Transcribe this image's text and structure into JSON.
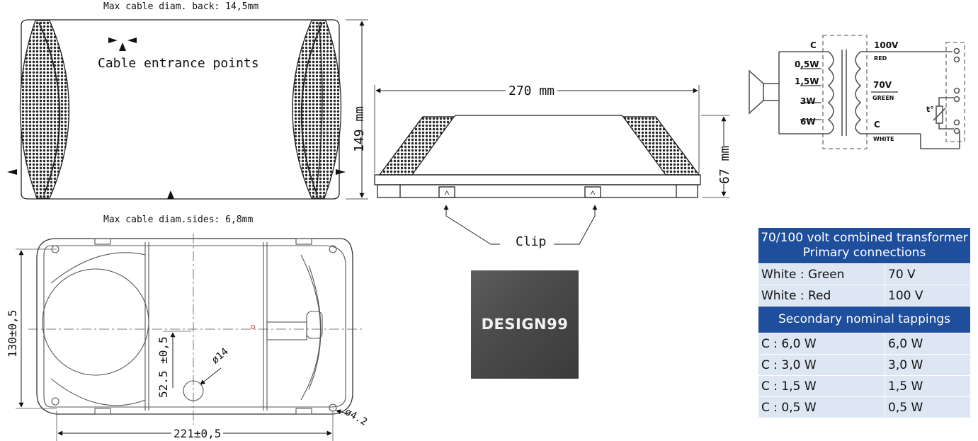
{
  "top_view": {
    "cable_back": "Max cable diam. back: 14,5mm",
    "cable_entrance": "Cable entrance points",
    "height_dim": "149 mm",
    "cable_sides": "Max cable diam.sides: 6,8mm"
  },
  "side_view": {
    "width_dim": "270 mm",
    "height_dim": "67 mm",
    "clip_label": "Clip"
  },
  "bottom_view": {
    "height_dim": "130±0,5",
    "hole_distance": "52.5 ±0,5",
    "hole_diameter": "ø14",
    "mount_hole": "ø4.2",
    "width_dim": "221±0,5"
  },
  "schematic": {
    "taps": [
      "C",
      "0,5W",
      "1,5W",
      "3W",
      "6W"
    ],
    "primary": [
      {
        "voltage": "100V",
        "color": "RED"
      },
      {
        "voltage": "70V",
        "color": "GREEN"
      },
      {
        "voltage": "C",
        "color": "WHITE"
      }
    ],
    "thermal": "t°"
  },
  "logo_text": "DESIGN99",
  "table": {
    "header1": "70/100 volt combined transformer Primary connections",
    "primary_rows": [
      {
        "label": "White : Green",
        "value": "70 V"
      },
      {
        "label": "White : Red",
        "value": "100 V"
      }
    ],
    "header2": "Secondary nominal tappings",
    "secondary_rows": [
      {
        "label": "C : 6,0 W",
        "value": "6,0 W"
      },
      {
        "label": "C : 3,0 W",
        "value": "3,0 W"
      },
      {
        "label": "C : 1,5 W",
        "value": "1,5 W"
      },
      {
        "label": "C : 0,5 W",
        "value": "0,5 W"
      }
    ]
  }
}
